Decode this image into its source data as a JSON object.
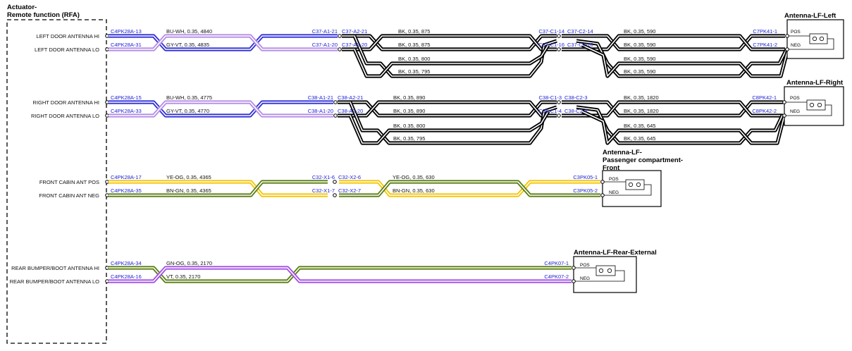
{
  "module": {
    "title_line1": "Actuator-",
    "title_line2": "Remote function (RFA)"
  },
  "pins": [
    "LEFT DOOR ANTENNA HI",
    "LEFT DOOR ANTENNA LO",
    "RIGHT DOOR ANTENNA HI",
    "RIGHT DOOR ANTENNA LO",
    "FRONT CABIN ANT POS",
    "FRONT CABIN ANT NEG",
    "REAR BUMPER/BOOT ANTENNA HI",
    "REAR BUMPER/BOOT ANTENNA LO"
  ],
  "groups": [
    {
      "colors": [
        "#2f2fd8",
        "#b48ce6"
      ],
      "seg1": {
        "conn_start": [
          "C4PK28A-13",
          "C4PK28A-31"
        ],
        "labels": [
          "BU-WH,  0.35,  4840",
          "GY-VT,  0.35,  4835"
        ]
      },
      "inline1": {
        "left": [
          "C37-A1-21",
          "C37-A1-20"
        ],
        "right": [
          "C37-A2-21",
          "C37-A2-20"
        ]
      },
      "seg2_labels": [
        "BK,  0.35,  875",
        "BK,  0.35,  875",
        "BK,  0.35,  800",
        "BK,  0.35,  795"
      ],
      "inline2": {
        "left": [
          "C37-C1-14",
          "C37-C1-16"
        ],
        "right": [
          "C37-C2-14",
          "C37-C2-16"
        ]
      },
      "seg3_labels": [
        "BK,  0.35,  590",
        "BK,  0.35,  590",
        "BK,  0.35,  590",
        "BK,  0.35,  590"
      ],
      "end_conn": [
        "C7PK41-1",
        "C7PK41-2"
      ],
      "target": {
        "title": [
          "Antenna-LF-Left"
        ],
        "pos": "POS",
        "neg": "NEG"
      }
    },
    {
      "colors": [
        "#2f2fd8",
        "#b48ce6"
      ],
      "seg1": {
        "conn_start": [
          "C4PK28A-15",
          "C4PK28A-33"
        ],
        "labels": [
          "BU-WH,  0.35,  4775",
          "GY-VT,  0.35,  4770"
        ]
      },
      "inline1": {
        "left": [
          "C38-A1-21",
          "C38-A1-20"
        ],
        "right": [
          "C38-A2-21",
          "C38-A2-20"
        ]
      },
      "seg2_labels": [
        "BK,  0.35,  890",
        "BK,  0.35,  890",
        "BK,  0.35,  800",
        "BK,  0.35,  795"
      ],
      "inline2": {
        "left": [
          "C38-C1-3",
          "C38-C1-4"
        ],
        "right": [
          "C38-C2-3",
          "C38-C2-4"
        ]
      },
      "seg3_labels": [
        "BK,  0.35,  1820",
        "BK,  0.35,  1820",
        "BK,  0.35,  645",
        "BK,  0.35,  645"
      ],
      "end_conn": [
        "C8PK42-1",
        "C8PK42-2"
      ],
      "target": {
        "title": [
          "Antenna-LF-Right"
        ],
        "pos": "POS",
        "neg": "NEG"
      }
    },
    {
      "colors": [
        "#f5c400",
        "#5a7d10"
      ],
      "seg1": {
        "conn_start": [
          "C4PK28A-17",
          "C4PK28A-35"
        ],
        "labels": [
          "YE-OG,  0.35,  4365",
          "BN-GN,  0.35,  4365"
        ]
      },
      "inline1": {
        "left": [
          "C32-X1-6",
          "C32-X1-7"
        ],
        "right": [
          "C32-X2-6",
          "C32-X2-7"
        ]
      },
      "seg2_labels": [
        "YE-OG,  0.35,  630",
        "BN-GN,  0.35,  630"
      ],
      "end_conn": [
        "C3PK05-1",
        "C3PK05-2"
      ],
      "target": {
        "title": [
          "Antenna-LF-",
          "Passenger compartment-",
          "Front"
        ],
        "pos": "POS",
        "neg": "NEG"
      }
    },
    {
      "colors": [
        "#5a7d10",
        "#a24ee6"
      ],
      "seg1": {
        "conn_start": [
          "C4PK28A-34",
          "C4PK28A-16"
        ],
        "labels": [
          "GN-OG,  0.35,  2170",
          "VT,  0.35,  2170"
        ]
      },
      "end_conn": [
        "C4PK07-1",
        "C4PK07-2"
      ],
      "target": {
        "title": [
          "Antenna-LF-Rear-External"
        ],
        "pos": "POS",
        "neg": "NEG"
      }
    }
  ]
}
